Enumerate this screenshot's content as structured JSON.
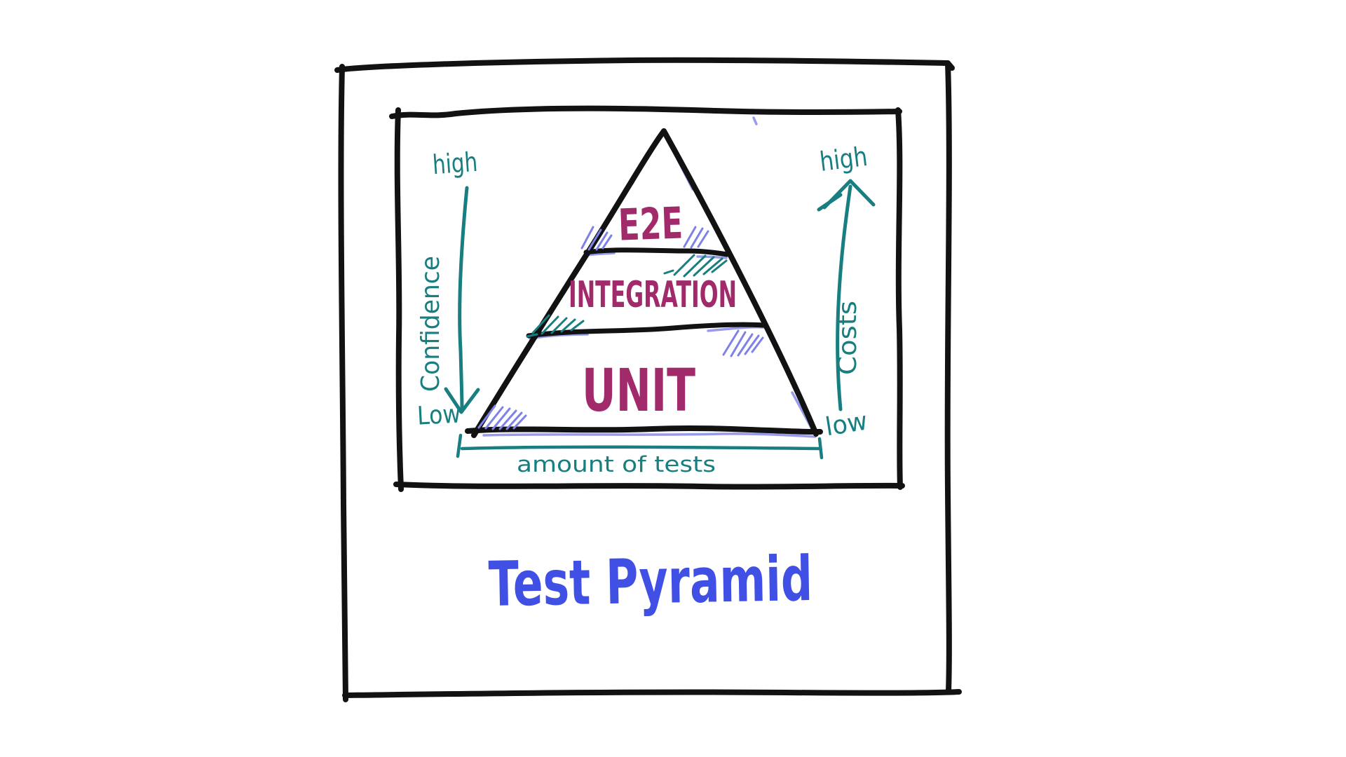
{
  "colors": {
    "ink": "#121212",
    "teal": "#187e7f",
    "magenta": "#a02a6a",
    "blue": "#4150e4",
    "hatch": "#7e82e6",
    "paper": "#ffffff"
  },
  "diagram": {
    "caption": "Test Pyramid",
    "pyramid": {
      "levels": [
        {
          "label": "E2E"
        },
        {
          "label": "INTEGRATION"
        },
        {
          "label": "UNIT"
        }
      ]
    },
    "left_axis": {
      "top_label": "high",
      "axis_label": "Confidence",
      "bottom_label": "Low",
      "direction": "down"
    },
    "right_axis": {
      "top_label": "high",
      "axis_label": "Costs",
      "bottom_label": "low",
      "direction": "up"
    },
    "bottom_axis": {
      "label": "amount of tests"
    }
  }
}
